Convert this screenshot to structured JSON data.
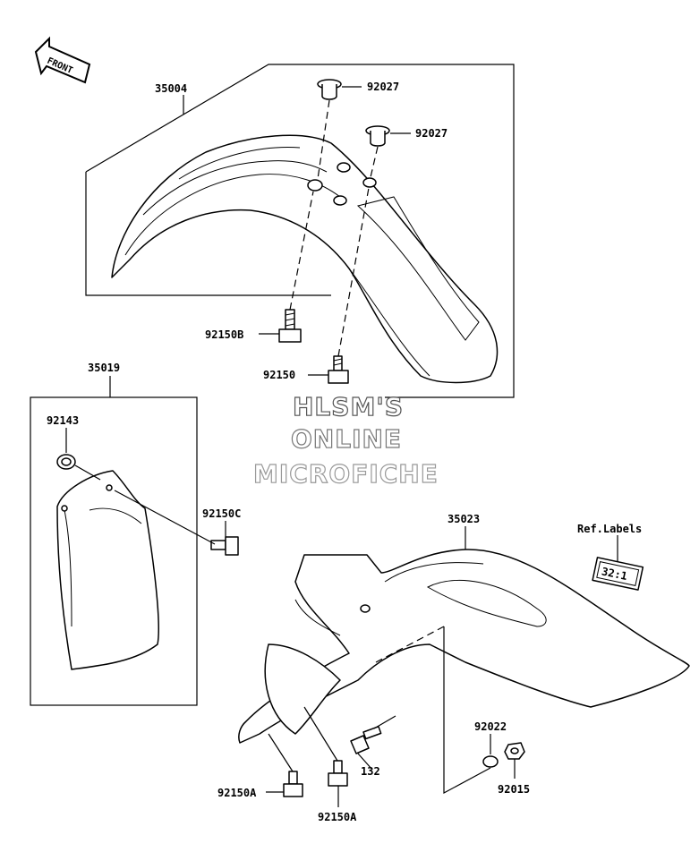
{
  "front_label": "FRONT",
  "parts": {
    "p35004": "35004",
    "p92027a": "92027",
    "p92027b": "92027",
    "p92150b": "92150B",
    "p92150": "92150",
    "p35019": "35019",
    "p92143": "92143",
    "p92150c": "92150C",
    "p35023": "35023",
    "p92022": "92022",
    "p92015": "92015",
    "p132": "132",
    "p92150a_left": "92150A",
    "p92150a_mid": "92150A"
  },
  "ref_labels": "Ref.Labels",
  "ref_label_tag": "32:1",
  "watermark": {
    "line1": "HLSM'S",
    "line2": "ONLINE",
    "line3": "MICROFICHE"
  }
}
